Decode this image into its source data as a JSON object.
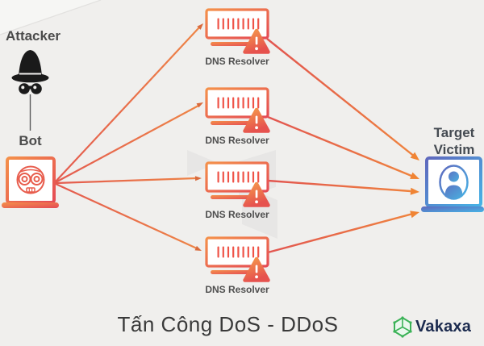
{
  "title": "Tấn Công DoS - DDoS",
  "nodes": {
    "attacker": {
      "label": "Attacker"
    },
    "bot": {
      "label": "Bot"
    },
    "victim": {
      "label": "Target Victim"
    }
  },
  "resolvers": [
    {
      "label": "DNS Resolver"
    },
    {
      "label": "DNS Resolver"
    },
    {
      "label": "DNS Resolver"
    },
    {
      "label": "DNS Resolver"
    }
  ],
  "logo": {
    "brand": "Vakaxa"
  },
  "colors": {
    "background": "#f0efed",
    "accent_orange": "#f0874a",
    "accent_red": "#e84e54",
    "victim_blue_dark": "#5f68bd",
    "victim_blue_light": "#46b3e6",
    "label_gray": "#4b4b4b",
    "logo_green": "#3bb257",
    "logo_navy": "#1b2a4e"
  }
}
